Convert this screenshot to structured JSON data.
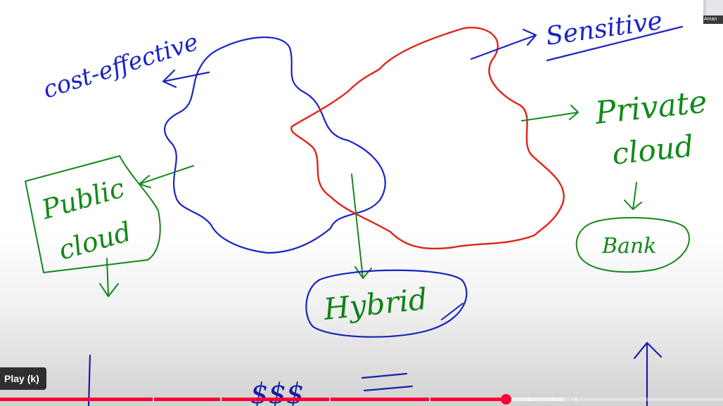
{
  "board": {
    "label_cost_effective": "cost-effective",
    "label_sensitive": "Sensitive",
    "label_private_1": "Private",
    "label_private_2": "cloud",
    "label_public_1": "Public",
    "label_public_2": "cloud",
    "label_hybrid": "Hybrid",
    "label_bank": "Bank",
    "label_dollars": "$$$",
    "label_equals": "="
  },
  "presenter": {
    "name": "Aman"
  },
  "player": {
    "tooltip": "Play (k)",
    "progress_fraction": 0.699,
    "played_color": "#ff0033"
  },
  "colors": {
    "blue": "#1a23c7",
    "red": "#e2231a",
    "green": "#13891a"
  }
}
